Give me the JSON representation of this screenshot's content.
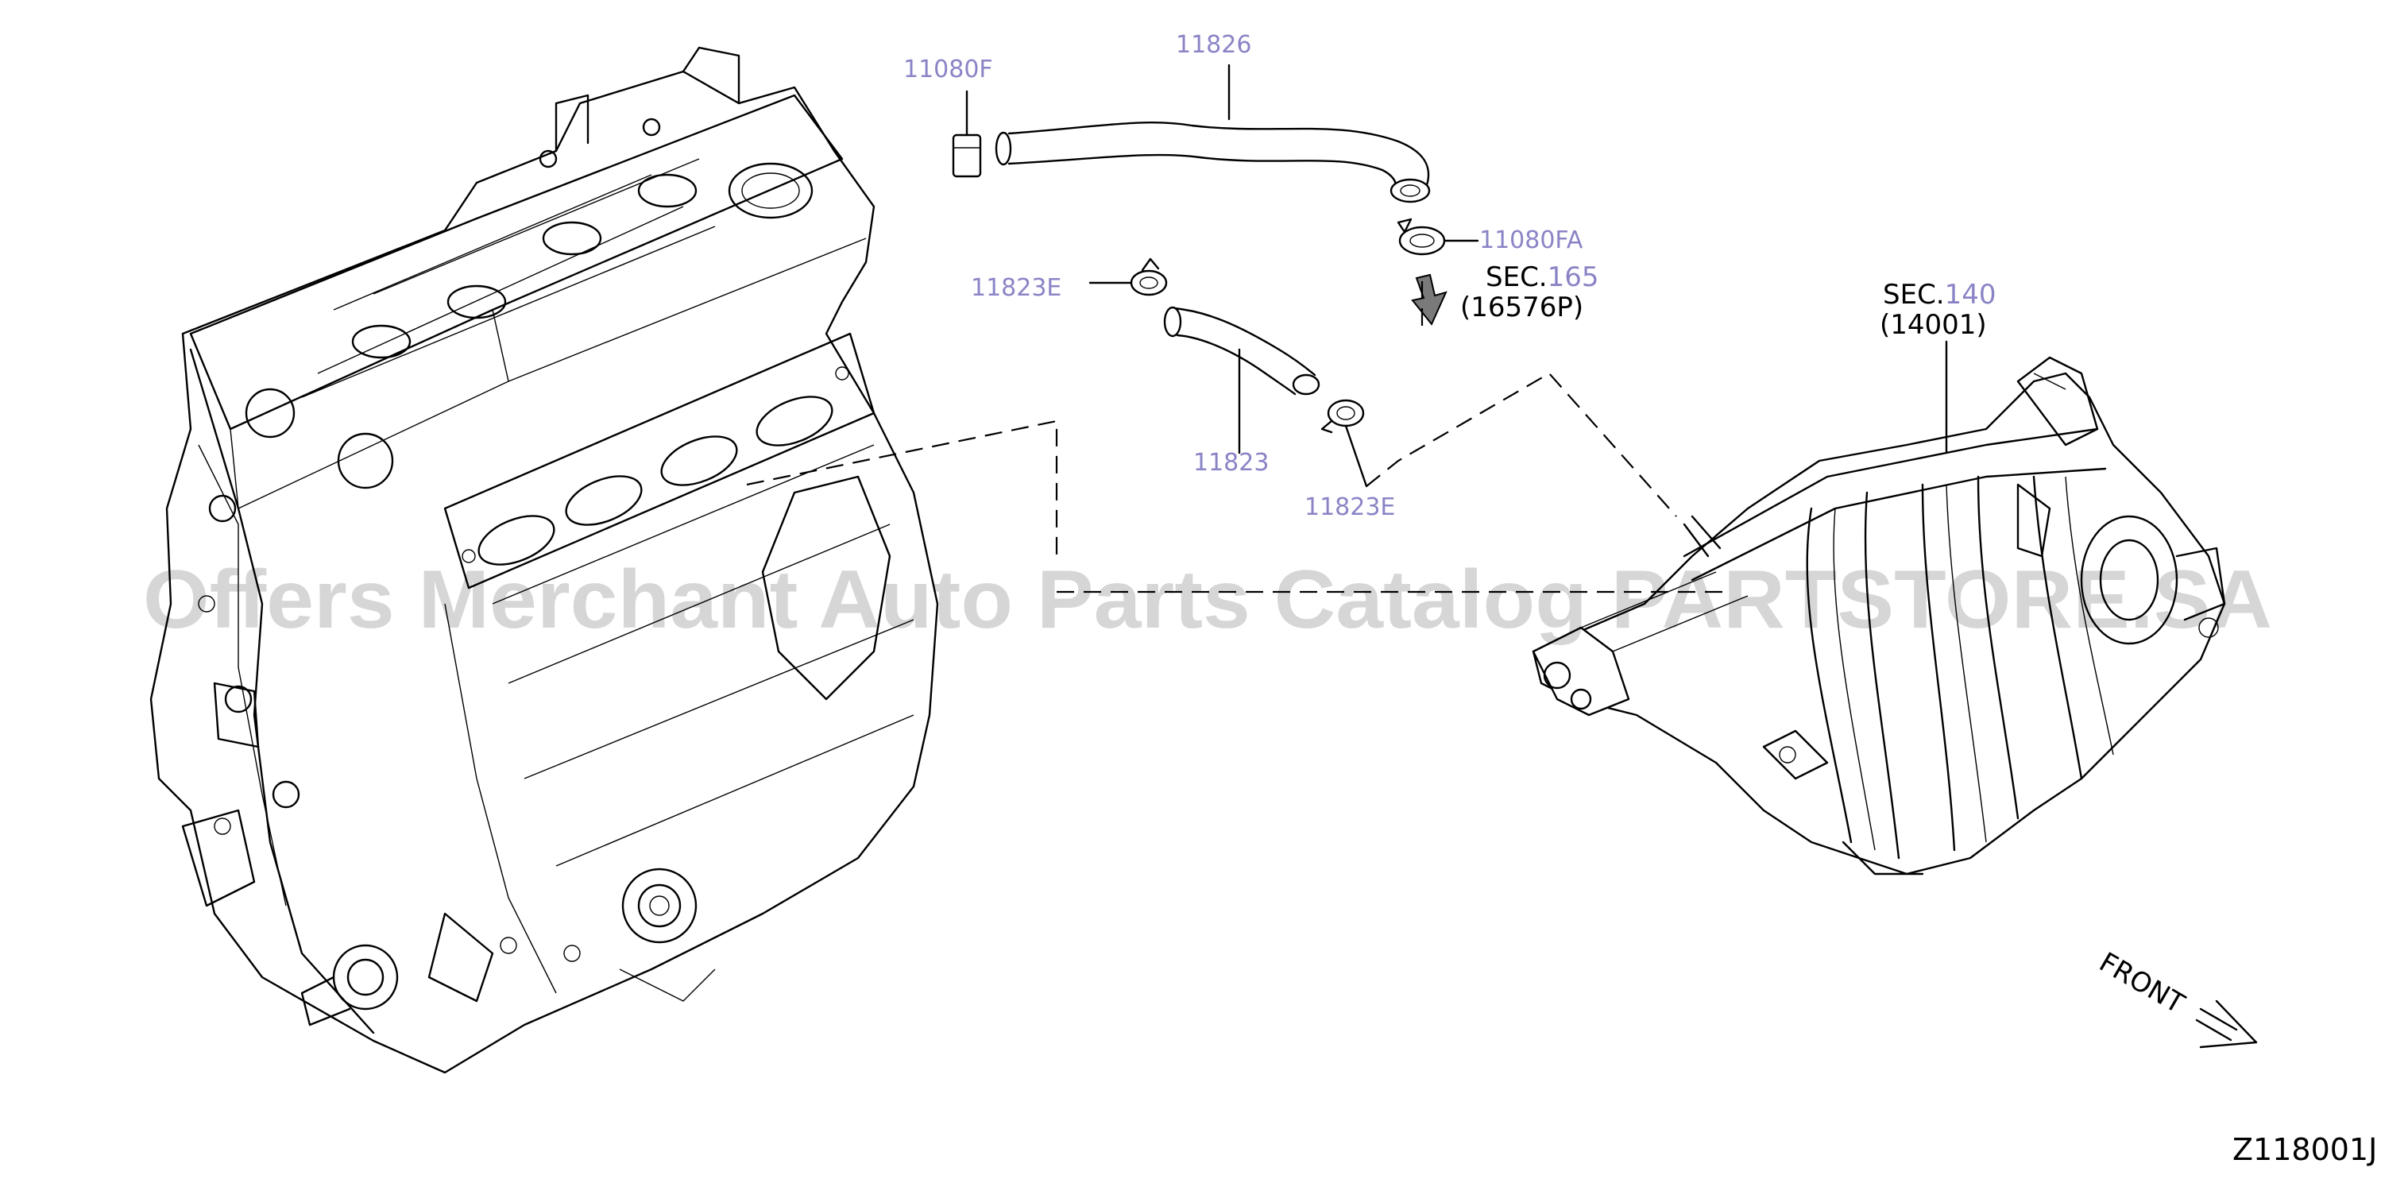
{
  "callouts": {
    "clamp_11080f": "11080F",
    "hose_11826": "11826",
    "clamp_11080fa": "11080FA",
    "clamp_11823e_top": "11823E",
    "hose_11823": "11823",
    "clamp_11823e_bottom": "11823E"
  },
  "references": {
    "sec_165": {
      "prefix": "SEC.",
      "number": "165",
      "part": "(16576P)"
    },
    "sec_140": {
      "prefix": "SEC.",
      "number": "140",
      "part": "(14001)"
    }
  },
  "front_label": "FRONT",
  "diagram_code": "Z118001J",
  "watermark": "Offers Merchant Auto Parts Catalog PARTSTORE.SA",
  "colors": {
    "callout": "#8a84c6",
    "line": "#000000",
    "watermark": "#c8c8c8"
  }
}
